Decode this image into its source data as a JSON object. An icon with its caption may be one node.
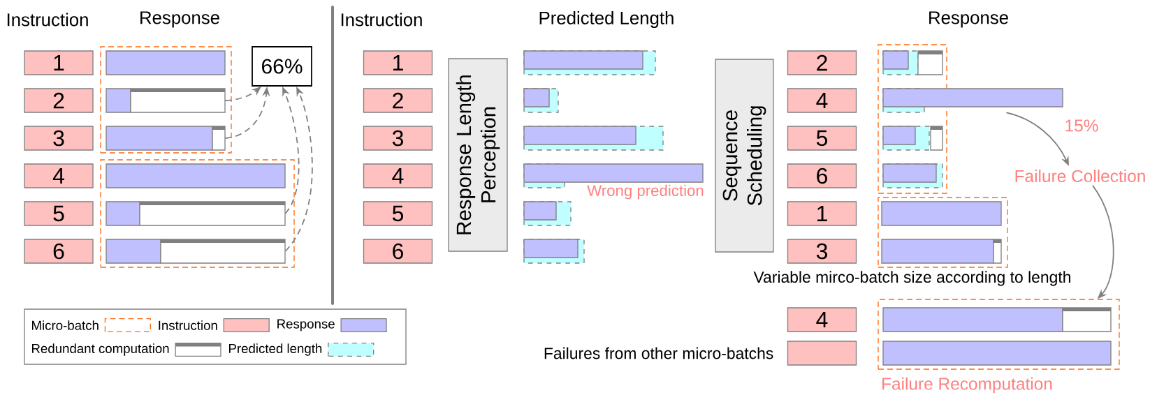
{
  "diagram": {
    "nodes": [
      {
        "text": [
          "1"
        ]
      },
      {
        "text": [
          "2"
        ]
      },
      {
        "text": [
          "3"
        ]
      },
      {
        "text": [
          "4"
        ]
      },
      {
        "text": [
          "5"
        ]
      },
      {
        "text": [
          "6"
        ]
      },
      {
        "text": [],
        "shape": "box"
      },
      {
        "text": [],
        "shape": "bar",
        "in": 6
      },
      {
        "text": [],
        "shape": "bar",
        "in": 6
      },
      {
        "text": [],
        "shape": "bar",
        "in": 6
      },
      {
        "text": [],
        "shape": "box"
      },
      {
        "text": [],
        "shape": "bar",
        "in": 10
      },
      {
        "text": [],
        "shape": "bar",
        "in": 10
      },
      {
        "text": [],
        "shape": "bar",
        "in": 10
      },
      {
        "text": [
          "66%"
        ]
      },
      {
        "text": [
          "1"
        ]
      },
      {
        "text": [
          "2"
        ]
      },
      {
        "text": [
          "3"
        ]
      },
      {
        "text": [
          "4"
        ]
      },
      {
        "text": [
          "5"
        ]
      },
      {
        "text": [
          "6"
        ]
      },
      {
        "text": [
          "Response Length Perception"
        ]
      },
      {
        "text": [],
        "shape": "bar"
      },
      {
        "text": [],
        "shape": "bar"
      },
      {
        "text": [],
        "shape": "bar"
      },
      {
        "text": [],
        "shape": "bar"
      },
      {
        "text": [],
        "shape": "bar"
      },
      {
        "text": [],
        "shape": "bar"
      },
      {
        "text": [
          "Sequence Scheduling"
        ]
      },
      {
        "text": [
          "2"
        ]
      },
      {
        "text": [
          "4"
        ]
      },
      {
        "text": [
          "5"
        ]
      },
      {
        "text": [
          "6"
        ]
      },
      {
        "text": [
          "1"
        ]
      },
      {
        "text": [
          "3"
        ]
      },
      {
        "text": [],
        "shape": "box"
      },
      {
        "text": [],
        "shape": "bar",
        "in": 35
      },
      {
        "text": [],
        "shape": "bar"
      },
      {
        "text": [],
        "shape": "bar",
        "in": 35
      },
      {
        "text": [],
        "shape": "bar",
        "in": 35
      },
      {
        "text": [],
        "shape": "box"
      },
      {
        "text": [],
        "shape": "bar",
        "in": 40
      },
      {
        "text": [],
        "shape": "bar",
        "in": 40
      },
      {
        "text": [
          "Failure Collection"
        ]
      },
      {
        "text": [
          "4"
        ]
      },
      {
        "text": [],
        "shape": "box"
      },
      {
        "text": [
          "Failure Recomputation"
        ]
      },
      {
        "text": [],
        "shape": "bar",
        "in": 46
      },
      {
        "text": [],
        "shape": "bar",
        "in": 46
      }
    ],
    "edges": [
      {
        "from": 8,
        "to": 14,
        "arrow": "to",
        "style": "dashed"
      },
      {
        "from": 9,
        "to": 14,
        "arrow": "to",
        "style": "dashed"
      },
      {
        "from": 12,
        "to": 14,
        "arrow": "to",
        "style": "dashed"
      },
      {
        "from": 13,
        "to": 14,
        "arrow": "to",
        "style": "dashed"
      },
      {
        "from": 37,
        "to": 43,
        "arrow": "to",
        "label": "15%"
      },
      {
        "from": 43,
        "to": 46,
        "arrow": "to"
      }
    ],
    "labels": [
      "Instruction",
      "Response",
      "Instruction",
      "Predicted Length",
      "Response",
      "Wrong prediction",
      "Variable mirco-batch size according to length",
      "Failures from other micro-batchs"
    ],
    "legend": [
      {
        "text": "Micro-batch"
      },
      {
        "text": "Instruction",
        "color": "#ffc0c0"
      },
      {
        "text": "Response",
        "color": "#c0c0ff"
      },
      {
        "text": "Redundant computation"
      },
      {
        "text": "Predicted length"
      }
    ]
  }
}
